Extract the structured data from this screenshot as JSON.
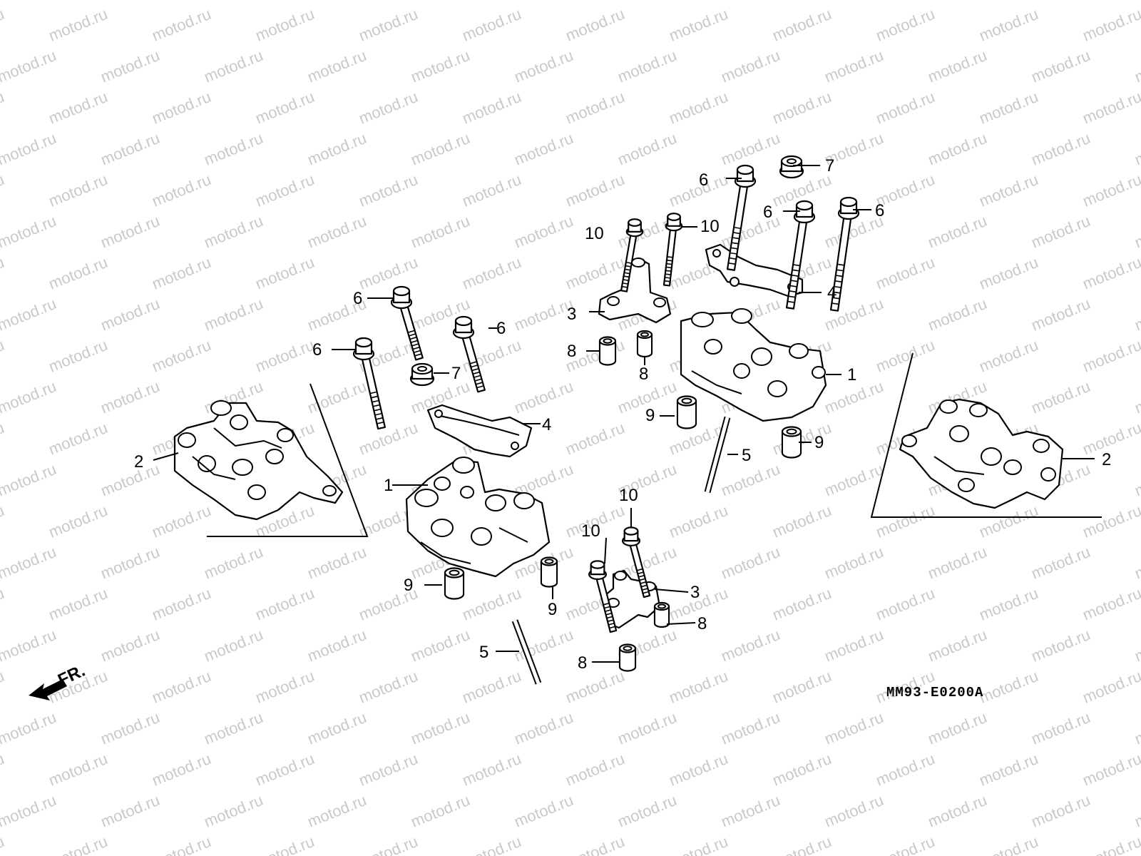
{
  "diagram": {
    "watermark_text": "motod.ru",
    "diagram_code": "MM93-E0200A",
    "front_marker": "FR.",
    "callouts": {
      "c1a": "1",
      "c1b": "1",
      "c2a": "2",
      "c2b": "2",
      "c3a": "3",
      "c3b": "3",
      "c4a": "4",
      "c4b": "4",
      "c5a": "5",
      "c5b": "5",
      "c6a": "6",
      "c6b": "6",
      "c6c": "6",
      "c6d": "6",
      "c6e": "6",
      "c6f": "6",
      "c7a": "7",
      "c7b": "7",
      "c8a": "8",
      "c8b": "8",
      "c8c": "8",
      "c8d": "8",
      "c9a": "9",
      "c9b": "9",
      "c9c": "9",
      "c9d": "9",
      "c10a": "10",
      "c10b": "10",
      "c10c": "10",
      "c10d": "10"
    }
  }
}
